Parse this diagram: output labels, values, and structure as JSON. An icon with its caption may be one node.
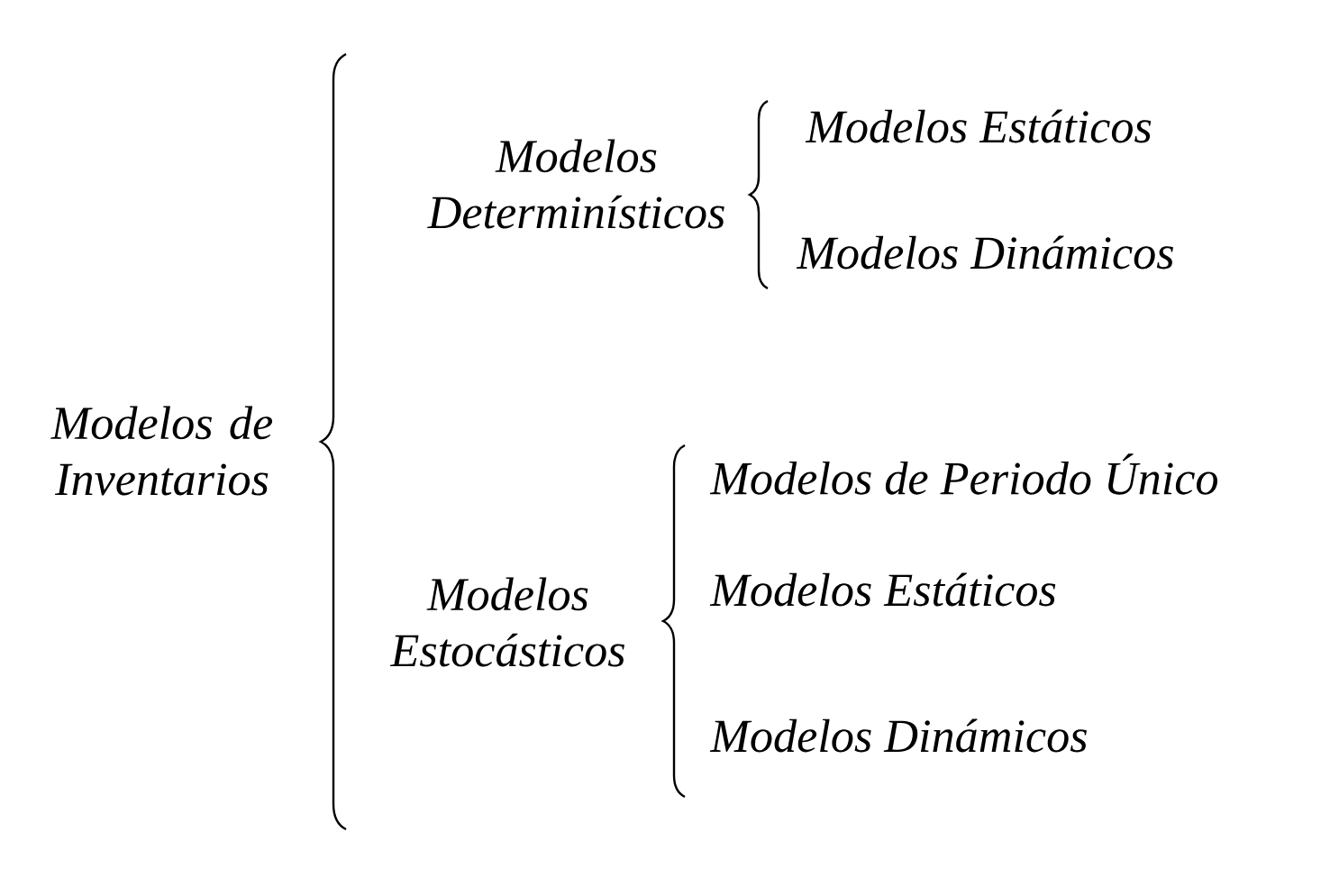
{
  "diagram": {
    "nodes": [
      {
        "text": [
          "Modelos de Inventarios"
        ]
      },
      {
        "text": [
          "Modelos Determinísticos"
        ]
      },
      {
        "text": [
          "Modelos Estáticos"
        ]
      },
      {
        "text": [
          "Modelos Dinámicos"
        ]
      },
      {
        "text": [
          "Modelos Estocásticos"
        ]
      },
      {
        "text": [
          "Modelos de Periodo Único"
        ]
      },
      {
        "text": [
          "Modelos Estáticos"
        ]
      },
      {
        "text": [
          "Modelos Dinámicos"
        ]
      }
    ]
  }
}
